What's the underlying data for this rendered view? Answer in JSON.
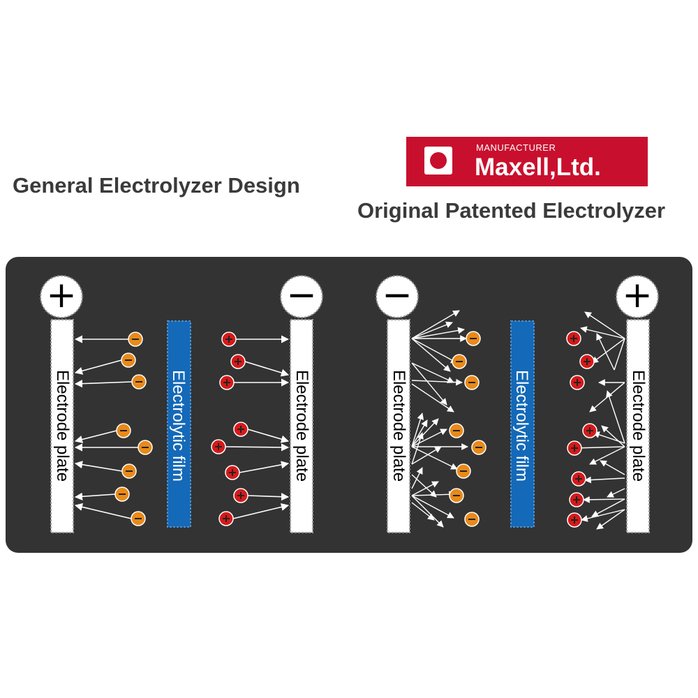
{
  "titles": {
    "general": "General Electrolyzer Design",
    "original": "Original Patented Electrolyzer"
  },
  "brand": {
    "subtitle": "MANUFACTURER",
    "name": "Maxell,Ltd.",
    "color": "#c8102e"
  },
  "diagram": {
    "plate_label": "Electrode plate",
    "film_label": "Electrolytic film",
    "plus_sign": "+",
    "minus_sign": "−",
    "ion_plus": "+",
    "ion_minus": "−",
    "colors": {
      "panel": "#333333",
      "plate": "#ffffff",
      "film": "#1469b8",
      "negative_ion": "#e88a1a",
      "positive_ion": "#d51a1a",
      "arrow": "#ffffff"
    }
  }
}
